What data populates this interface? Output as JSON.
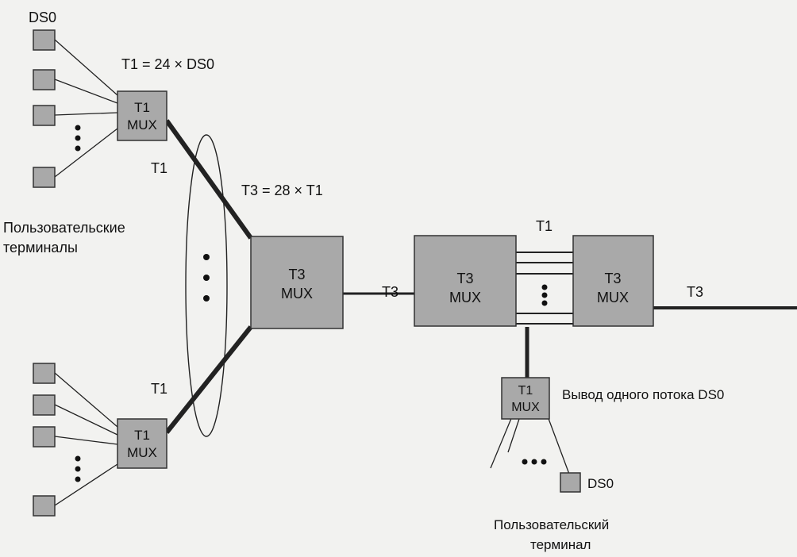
{
  "labels": {
    "ds0_top": "DS0",
    "t1_eq": "T1 = 24 × DS0",
    "t1_upper_link": "T1",
    "t1_lower_link": "T1",
    "t3_eq": "T3 = 28 × T1",
    "user_terminals_line1": "Пользовательские",
    "user_terminals_line2": "терминалы",
    "t3_link_mid": "T3",
    "t1_bundle": "T1",
    "t3_link_right": "T3",
    "drop_label": "Вывод одного потока DS0",
    "ds0_bottom": "DS0",
    "user_terminal_line1": "Пользовательский",
    "user_terminal_line2": "терминал"
  },
  "mux": {
    "t1_upper": {
      "line1": "T1",
      "line2": "MUX"
    },
    "t1_lower": {
      "line1": "T1",
      "line2": "MUX"
    },
    "t3_main": {
      "line1": "T3",
      "line2": "MUX"
    },
    "t3_mid": {
      "line1": "T3",
      "line2": "MUX"
    },
    "t3_right": {
      "line1": "T3",
      "line2": "MUX"
    },
    "t1_drop": {
      "line1": "T1",
      "line2": "MUX"
    }
  },
  "colors": {
    "box_fill": "#a9a9a9",
    "box_stroke": "#333333",
    "line": "#222222",
    "background": "#f2f2f0"
  }
}
